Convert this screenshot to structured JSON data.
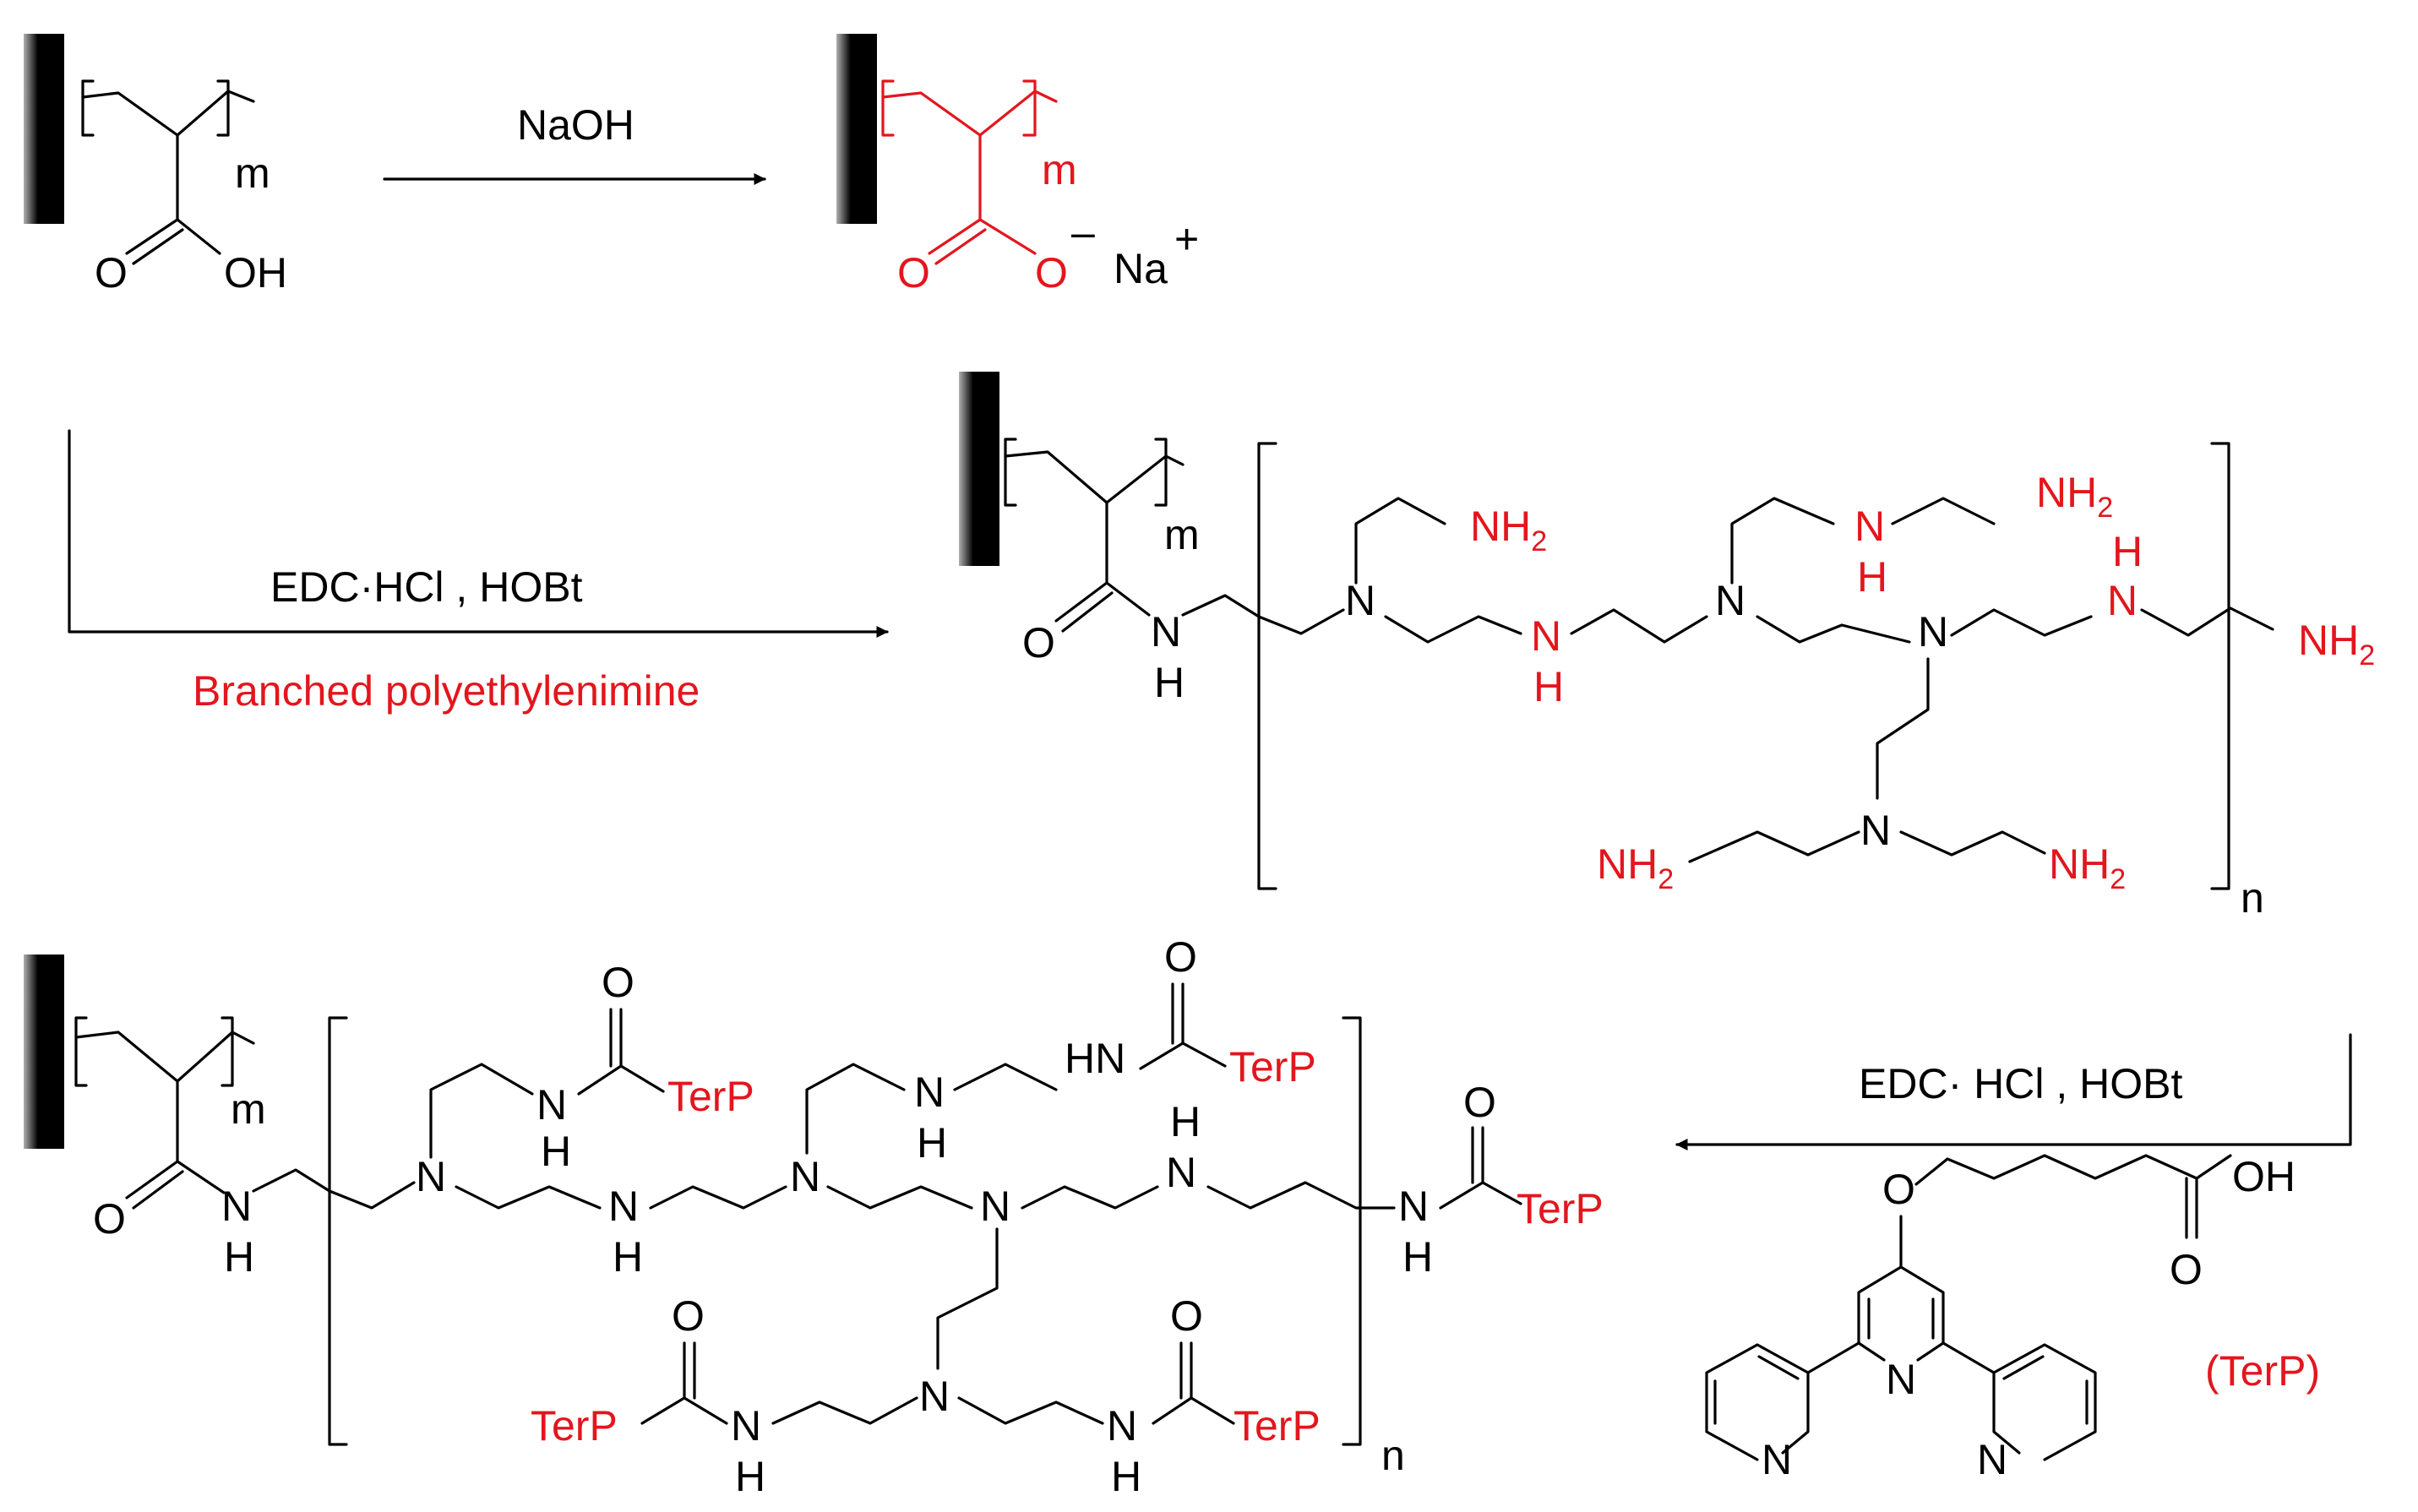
{
  "colors": {
    "text": "#000000",
    "highlight": "#e3161d"
  },
  "reagents": {
    "step1": "NaOH",
    "step2": "EDC·HCl , HOBt",
    "step2_red": "Branched polyethylenimine",
    "step3": "EDC· HCl , HOBt"
  },
  "atoms": {
    "O": "O",
    "OH": "OH",
    "Na": "Na",
    "N": "N",
    "H": "H",
    "NH": "NH",
    "HN": "HN",
    "NH2_base": "NH",
    "NH2_sub": "2",
    "minus": "–",
    "plus": "+"
  },
  "indices": {
    "m": "m",
    "n": "n"
  },
  "terp_group": "TerP",
  "terp_label": "(TerP)"
}
